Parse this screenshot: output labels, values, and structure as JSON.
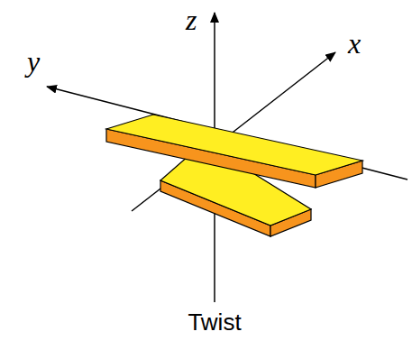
{
  "diagram": {
    "labels": [
      "z",
      "y",
      "x",
      "Twist"
    ]
  }
}
